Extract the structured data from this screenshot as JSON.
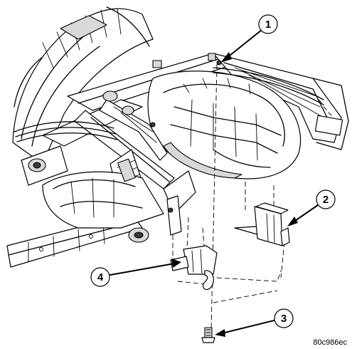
{
  "callouts": [
    {
      "id": "callout-1",
      "label": "1"
    },
    {
      "id": "callout-2",
      "label": "2"
    },
    {
      "id": "callout-3",
      "label": "3"
    },
    {
      "id": "callout-4",
      "label": "4"
    }
  ],
  "figure_id": "80c986ec",
  "colors": {
    "ink": "#000000",
    "paper": "#ffffff",
    "shade": "#d9d9d9"
  }
}
